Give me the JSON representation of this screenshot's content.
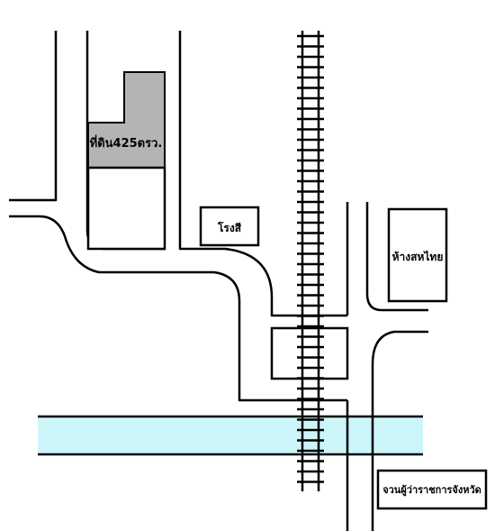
{
  "colors": {
    "river": "#ccf5fa",
    "land_plot": "#b4b4b4",
    "line": "#000000",
    "background": "#ffffff"
  },
  "labels": {
    "land_plot": "ที่ดิน425ตรว.",
    "factory": "โรงสี",
    "store": "ห้างสหไทย",
    "governor_residence": "จวนผู้ว่าราชการจังหวัด"
  },
  "icons": {
    "railway": "railway-track"
  }
}
